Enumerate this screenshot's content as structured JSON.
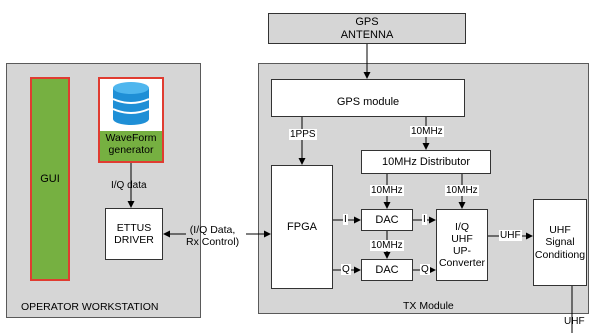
{
  "gps_antenna": {
    "line1": "GPS",
    "line2": "ANTENNA"
  },
  "operator_workstation": {
    "title": "OPERATOR WORKSTATION",
    "gui_label": "GUI",
    "waveform_line1": "WaveForm",
    "waveform_line2": "generator",
    "iq_data_label": "I/Q data",
    "ettus_line1": "ETTUS",
    "ettus_line2": "DRIVER"
  },
  "interface_label": {
    "line1": "(I/Q Data,",
    "line2": "Rx Control)"
  },
  "tx_module": {
    "title": "TX Module",
    "gps_module": "GPS module",
    "pps_label": "1PPS",
    "tenmhz_label": "10MHz",
    "distributor": "10MHz Distributor",
    "fpga": "FPGA",
    "dac1": "DAC",
    "dac2": "DAC",
    "dac1_clock": "10MHz",
    "dac2_clock": "10MHz",
    "upconv_clock": "10MHz",
    "i_label_1": "I",
    "i_label_2": "I",
    "q_label_1": "Q",
    "q_label_2": "Q",
    "upconverter_lines": [
      "I/Q",
      "UHF",
      "UP-",
      "Converter"
    ],
    "uhf_label": "UHF",
    "signal_cond_lines": [
      "UHF",
      "Signal",
      "Conditiong"
    ],
    "uhf_out_label": "UHF"
  },
  "colors": {
    "panel_gray": "#d6d6d6",
    "gui_green": "#76b041",
    "highlight_red": "#e03c31",
    "db_blue": "#1f8fd6"
  }
}
